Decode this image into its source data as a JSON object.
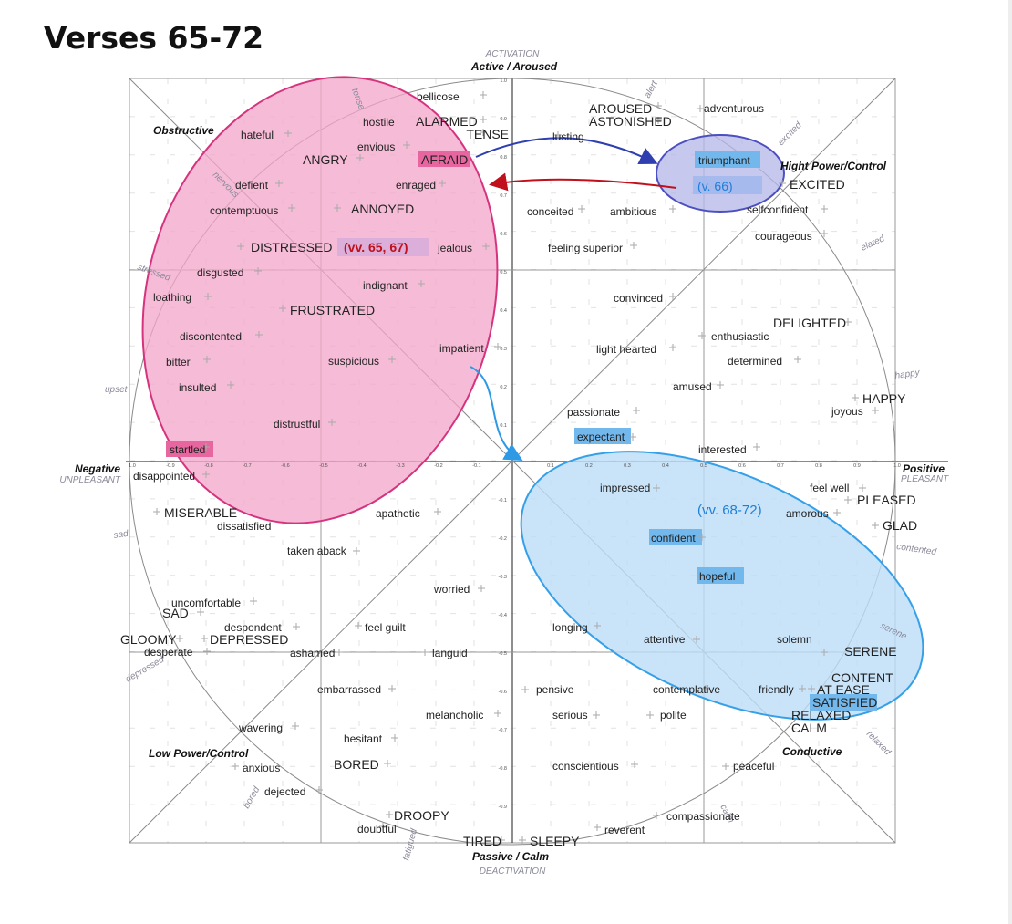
{
  "page": {
    "title": "Verses 65-72"
  },
  "axes": {
    "top_small": "ACTIVATION",
    "top": "Active / Aroused",
    "bottom": "Passive / Calm",
    "bottom_small": "DEACTIVATION",
    "left": "Negative",
    "left_small": "UNPLEASANT",
    "right": "Positive",
    "right_small": "PLEASANT",
    "scale_x": [
      "1.0",
      "-0.9",
      "-0.8",
      "-0.7",
      "-0.6",
      "-0.5",
      "-0.4",
      "-0.3",
      "-0.2",
      "-0.1",
      "0.1",
      "0.2",
      "0.3",
      "0.4",
      "0.5",
      "0.6",
      "0.7",
      "0.8",
      "0.9",
      "1.0"
    ],
    "scale_y_up": [
      "1.0",
      "0.9",
      "0.8",
      "0.7",
      "0.6",
      "0.5",
      "0.4",
      "0.3",
      "0.2",
      "0.1"
    ],
    "scale_y_down": [
      "-0.1",
      "-0.2",
      "-0.3",
      "-0.4",
      "-0.5",
      "-0.6",
      "-0.7",
      "-0.8",
      "-0.9"
    ]
  },
  "quadrants": {
    "top_left": "Obstructive",
    "top_right": "Hight Power/Control",
    "bottom_left": "Low Power/Control",
    "bottom_right": "Conductive"
  },
  "circle_labels": [
    "alert",
    "excited",
    "elated",
    "happy",
    "contented",
    "serene",
    "relaxed",
    "calm",
    "fatigued",
    "bored",
    "depressed",
    "sad",
    "upset",
    "stressed",
    "nervous",
    "tense"
  ],
  "words": {
    "bellicose": "bellicose",
    "hostile": "hostile",
    "alarmed": "ALARMED",
    "tense": "TENSE",
    "hateful": "hateful",
    "envious": "envious",
    "angry": "ANGRY",
    "afraid": "AFRAID",
    "defient": "defient",
    "enraged": "enraged",
    "contemptuous": "contemptuous",
    "annoyed": "ANNOYED",
    "distressed": "DISTRESSED",
    "jealous": "jealous",
    "disgusted": "disgusted",
    "indignant": "indignant",
    "loathing": "loathing",
    "frustrated": "FRUSTRATED",
    "discontented": "discontented",
    "impatient": "impatient",
    "bitter": "bitter",
    "suspicious": "suspicious",
    "insulted": "insulted",
    "distrustful": "distrustful",
    "startled": "startled",
    "disappointed": "disappointed",
    "miserable": "MISERABLE",
    "dissatisfied": "dissatisfied",
    "apathetic": "apathetic",
    "taken_aback": "taken aback",
    "worried": "worried",
    "uncomfortable": "uncomfortable",
    "sad": "SAD",
    "despondent": "despondent",
    "feel_guilt": "feel guilt",
    "gloomy": "GLOOMY",
    "depressed": "DEPRESSED",
    "desperate": "desperate",
    "ashamed": "ashamed",
    "languid": "languid",
    "embarrassed": "embarrassed",
    "melancholic": "melancholic",
    "wavering": "wavering",
    "hesitant": "hesitant",
    "anxious": "anxious",
    "bored": "BORED",
    "dejected": "dejected",
    "droopy": "DROOPY",
    "doubtful": "doubtful",
    "tired": "TIRED",
    "sleepy": "SLEEPY",
    "aroused": "AROUSED",
    "astonished": "ASTONISHED",
    "adventurous": "adventurous",
    "lusting": "lusting",
    "triumphant": "triumphant",
    "excited": "EXCITED",
    "conceited": "conceited",
    "ambitious": "ambitious",
    "selfconfident": "selfconfident",
    "courageous": "courageous",
    "feeling_superior": "feeling superior",
    "convinced": "convinced",
    "delighted": "DELIGHTED",
    "enthusiastic": "enthusiastic",
    "light_hearted": "light hearted",
    "determined": "determined",
    "amused": "amused",
    "happy": "HAPPY",
    "passionate": "passionate",
    "joyous": "joyous",
    "expectant": "expectant",
    "interested": "interested",
    "impressed": "impressed",
    "feel_well": "feel well",
    "pleased": "PLEASED",
    "amorous": "amorous",
    "glad": "GLAD",
    "confident": "confident",
    "hopeful": "hopeful",
    "longing": "longing",
    "attentive": "attentive",
    "solemn": "solemn",
    "serene": "SERENE",
    "pensive": "pensive",
    "contemplative": "contemplative",
    "friendly": "friendly",
    "content": "CONTENT",
    "at_ease": "AT EASE",
    "satisfied": "SATISFIED",
    "serious": "serious",
    "polite": "polite",
    "relaxed": "RELAXED",
    "calm": "CALM",
    "conscientious": "conscientious",
    "peaceful": "peaceful",
    "compassionate": "compassionate",
    "reverent": "reverent"
  },
  "annotations": {
    "vv_65_67": "(vv. 65, 67)",
    "v_66": "(v. 66)",
    "vv_68_72": "(vv. 68-72)"
  },
  "colors": {
    "pink_fill": "#f3a5c9",
    "pink_stroke": "#d6337f",
    "purple_fill": "#b4b6e8",
    "purple_stroke": "#4b4fc0",
    "blue_fill": "#bcdcf7",
    "blue_stroke": "#35a0e8",
    "highlight_pink": "#e7669f",
    "highlight_blue": "#72b8ec",
    "label_red": "#c0101c",
    "label_blue": "#1e7fd8",
    "arrow_navy": "#2f3fb0",
    "arrow_red": "#c0101c",
    "arrow_blue": "#2e9ae6"
  }
}
